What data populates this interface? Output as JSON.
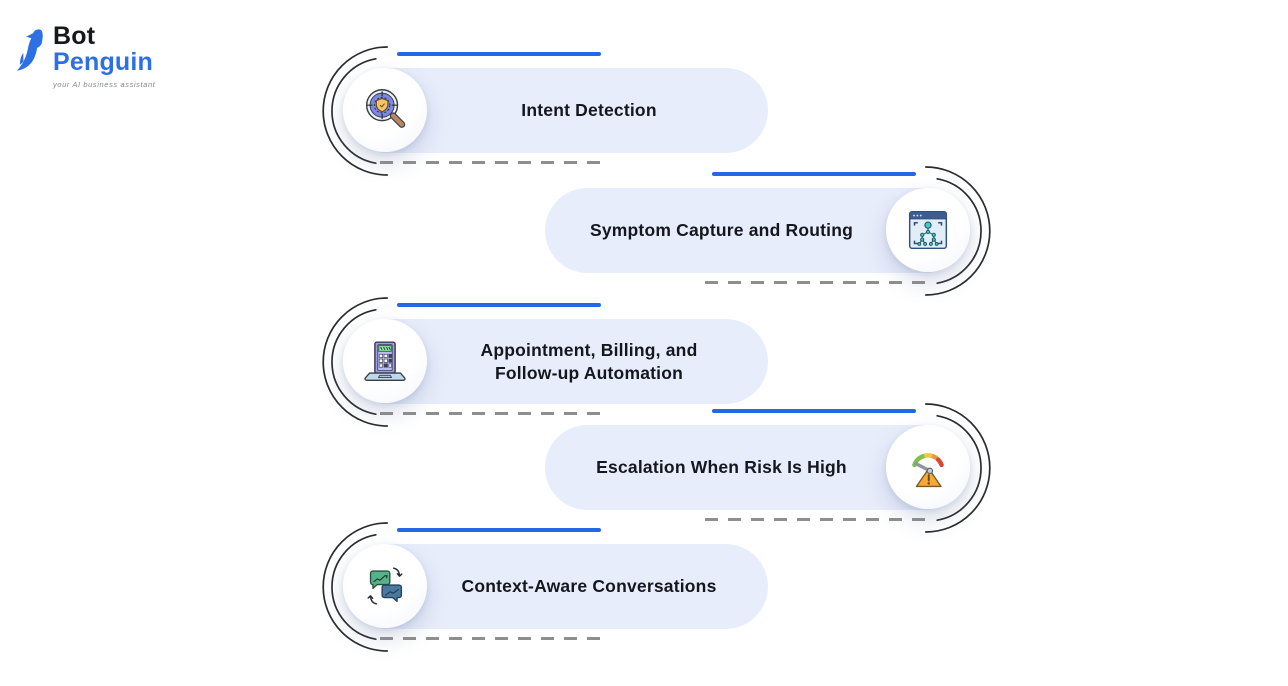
{
  "brand": {
    "name_top": "Bot",
    "name_bottom": "Penguin",
    "tagline": "your AI business assistant"
  },
  "colors": {
    "page_bg": "#ffffff",
    "accent_blue": "#2368E4",
    "pill_bg": "#E8EDFB",
    "dash_gray": "#8E8E8E",
    "text_dark": "#15171E",
    "logo_blue": "#2D6FE4"
  },
  "items": [
    {
      "label": "Intent Detection",
      "icon": "intent-detection-icon",
      "side": "left"
    },
    {
      "label": "Symptom Capture and Routing",
      "icon": "symptom-routing-icon",
      "side": "right"
    },
    {
      "label": "Appointment, Billing, and\nFollow-up Automation",
      "icon": "appointment-billing-icon",
      "side": "left"
    },
    {
      "label": "Escalation When Risk Is High",
      "icon": "risk-escalation-icon",
      "side": "right"
    },
    {
      "label": "Context-Aware Conversations",
      "icon": "context-conversations-icon",
      "side": "left"
    }
  ]
}
